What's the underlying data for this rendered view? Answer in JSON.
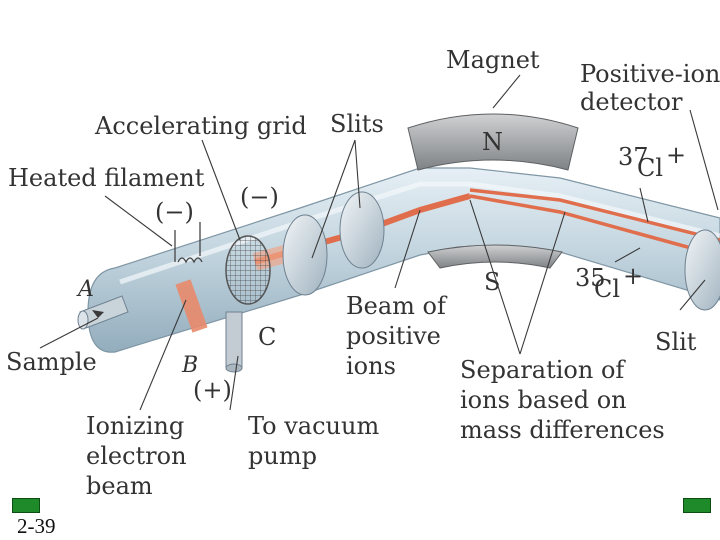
{
  "labels": {
    "magnet": "Magnet",
    "detector_line1": "Positive-ion",
    "detector_line2": "detector",
    "accelerating_grid": "Accelerating grid",
    "slits": "Slits",
    "north": "N",
    "south": "S",
    "heated_filament": "Heated filament",
    "minus_filament": "(−)",
    "minus_grid": "(−)",
    "plus": "(+)",
    "point_a": "A",
    "point_b": "B",
    "point_c": "C",
    "sample": "Sample",
    "beam_line1": "Beam of",
    "beam_line2": "positive",
    "beam_line3": "ions",
    "cl37_mass": "37",
    "cl37_symbol": "Cl",
    "cl37_charge": "+",
    "cl35_mass": "35",
    "cl35_symbol": "Cl",
    "cl35_charge": "+",
    "slit": "Slit",
    "separation_line1": "Separation of",
    "separation_line2": "ions based on",
    "separation_line3": "mass differences",
    "ionizing_line1": "Ionizing",
    "ionizing_line2": "electron",
    "ionizing_line3": "beam",
    "vacuum_line1": "To vacuum",
    "vacuum_line2": "pump"
  },
  "slide_number": "2-39",
  "colors": {
    "tube": "#c5d6e0",
    "beam": "#e06e4c",
    "magnet": "#9ea0a3",
    "nav": "#1e8a2a"
  }
}
